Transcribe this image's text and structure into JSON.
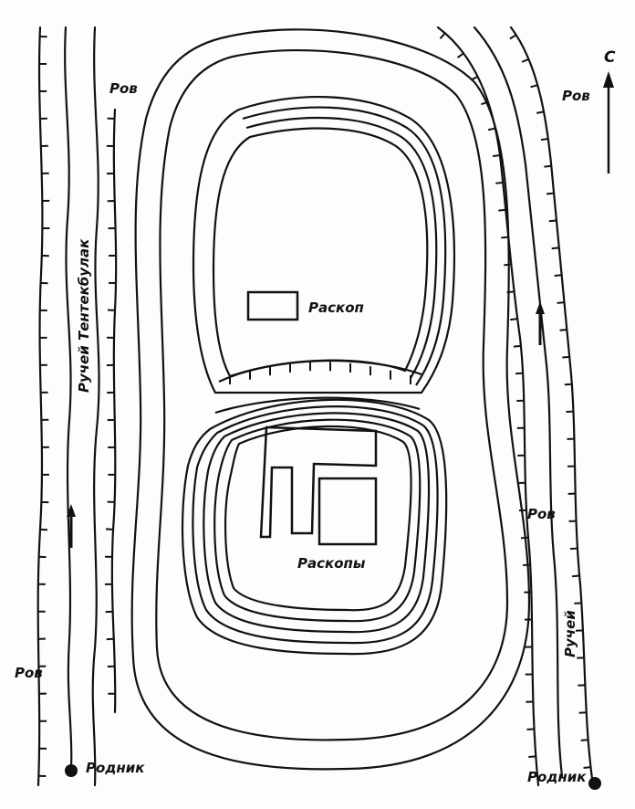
{
  "map": {
    "labels": {
      "rov_top_left": "Ров",
      "rov_top_right": "Ров",
      "rov_mid_right": "Ров",
      "rov_bottom_left": "Ров",
      "stream_long": "Ручей Тентекбулак",
      "stream_short": "Ручей",
      "excavation_single": "Раскоп",
      "excavation_multi": "Раскопы",
      "spring_left": "Родник",
      "spring_right": "Родник",
      "north": "С"
    },
    "icons": [
      "north-arrow-icon",
      "flow-arrow-icon",
      "spring-icon"
    ],
    "colors": {
      "ink": "#111111",
      "paper": "#fdfdfb"
    }
  }
}
